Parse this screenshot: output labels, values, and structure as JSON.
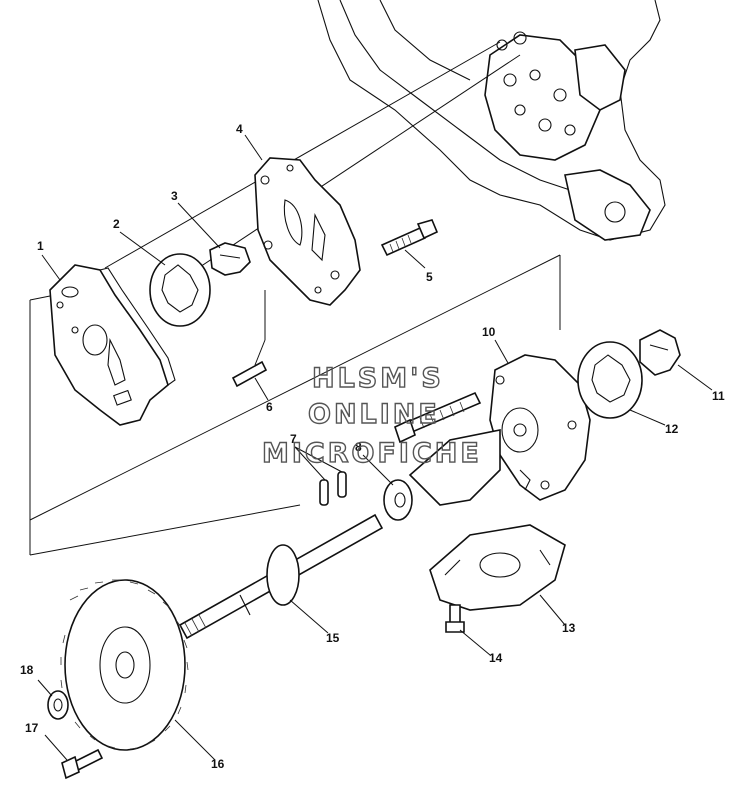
{
  "watermark": {
    "line1": "HLSM'S",
    "line2": "ONLINE",
    "line3": "MICROFICHE"
  },
  "callouts": {
    "c1": "1",
    "c2": "2",
    "c3": "3",
    "c4": "4",
    "c5": "5",
    "c6": "6",
    "c7": "7",
    "c8": "8",
    "c10": "10",
    "c11": "11",
    "c12": "12",
    "c13": "13",
    "c14": "14",
    "c15": "15",
    "c16": "16",
    "c17": "17",
    "c18": "18"
  }
}
